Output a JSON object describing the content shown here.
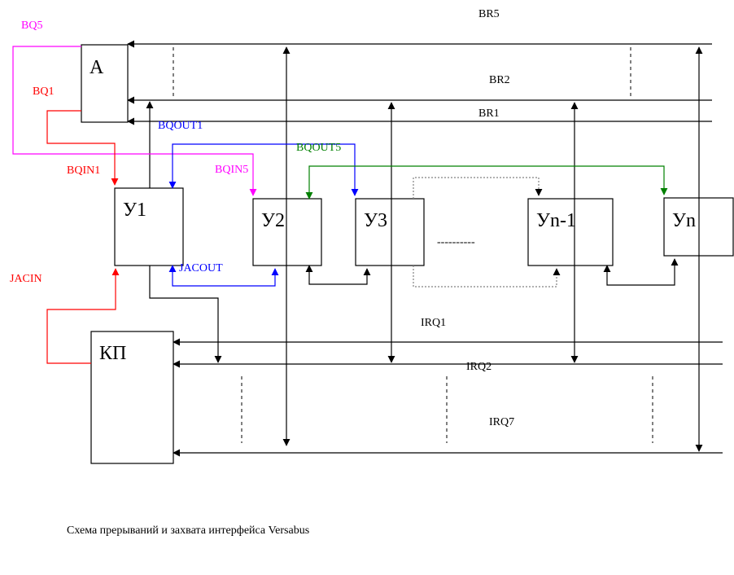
{
  "colors": {
    "black": "#000000",
    "bq5": "#ff00ff",
    "bq1": "#ff0000",
    "bqout1": "#0000ff",
    "bqout5": "#008000",
    "dotted": "#808080"
  },
  "blocks": {
    "a": "А",
    "u1": "У1",
    "u2": "У2",
    "u3": "У3",
    "un1": "Уn-1",
    "un": "Уn",
    "kp": "КП"
  },
  "buses": {
    "br5": "BR5",
    "br2": "BR2",
    "br1": "BR1",
    "irq1": "IRQ1",
    "irq2": "IRQ2",
    "irq7": "IRQ7"
  },
  "signals": {
    "bq5": "BQ5",
    "bq1": "BQ1",
    "bqin1": "BQIN1",
    "bqout1": "BQOUT1",
    "bqin5": "BQIN5",
    "bqout5": "BQOUT5",
    "jacout": "JACOUT",
    "jacin": "JACIN"
  },
  "ellipsis": "----------",
  "caption": "Схема прерываний и захвата интерфейса Versabus"
}
